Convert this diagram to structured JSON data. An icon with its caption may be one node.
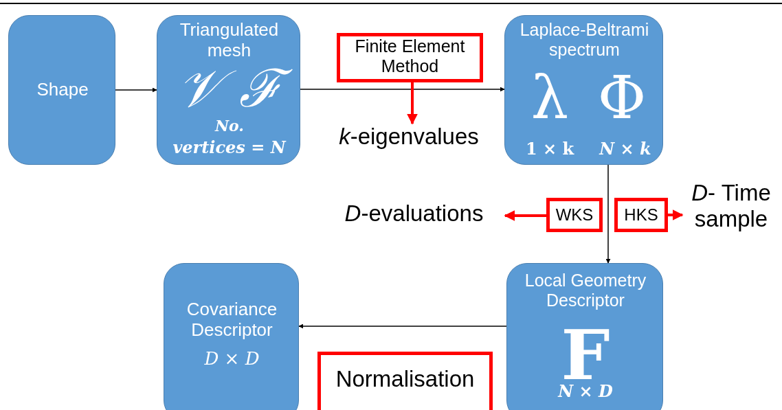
{
  "diagram": {
    "nodes": [
      {
        "text": [
          "Shape"
        ]
      },
      {
        "text": [
          "Triangulated mesh",
          "𝒱",
          "ℱ",
          "No.",
          "vertices = N"
        ]
      },
      {
        "text": [
          "Finite Element Method"
        ]
      },
      {
        "text": [
          "*k*-eigenvalues"
        ]
      },
      {
        "text": [
          "Laplace-Beltrami spectrum",
          "λ",
          "Φ",
          "1 × k",
          "N × k"
        ]
      },
      {
        "text": [
          "WKS"
        ]
      },
      {
        "text": [
          "HKS"
        ]
      },
      {
        "text": [
          "*D*-evaluations"
        ]
      },
      {
        "text": [
          "*D*- Time sample"
        ]
      },
      {
        "text": [
          "Local Geometry Descriptor",
          "F",
          "N × D"
        ]
      },
      {
        "text": [
          "Covariance Descriptor",
          "D × D"
        ]
      },
      {
        "text": [
          "Normalisation"
        ]
      }
    ],
    "edges": [
      {
        "from": 0,
        "to": 1,
        "arrow": "to"
      },
      {
        "from": 1,
        "to": 4,
        "arrow": "to"
      },
      {
        "from": 2,
        "to": 3,
        "arrow": "to",
        "color": "#ff0000",
        "style": "thick"
      },
      {
        "from": 4,
        "to": 9,
        "arrow": "to"
      },
      {
        "from": 5,
        "to": 7,
        "arrow": "to",
        "color": "#ff0000",
        "style": "thick"
      },
      {
        "from": 6,
        "to": 8,
        "arrow": "to",
        "color": "#ff0000",
        "style": "thick"
      },
      {
        "from": 9,
        "to": 10,
        "arrow": "to"
      }
    ]
  }
}
